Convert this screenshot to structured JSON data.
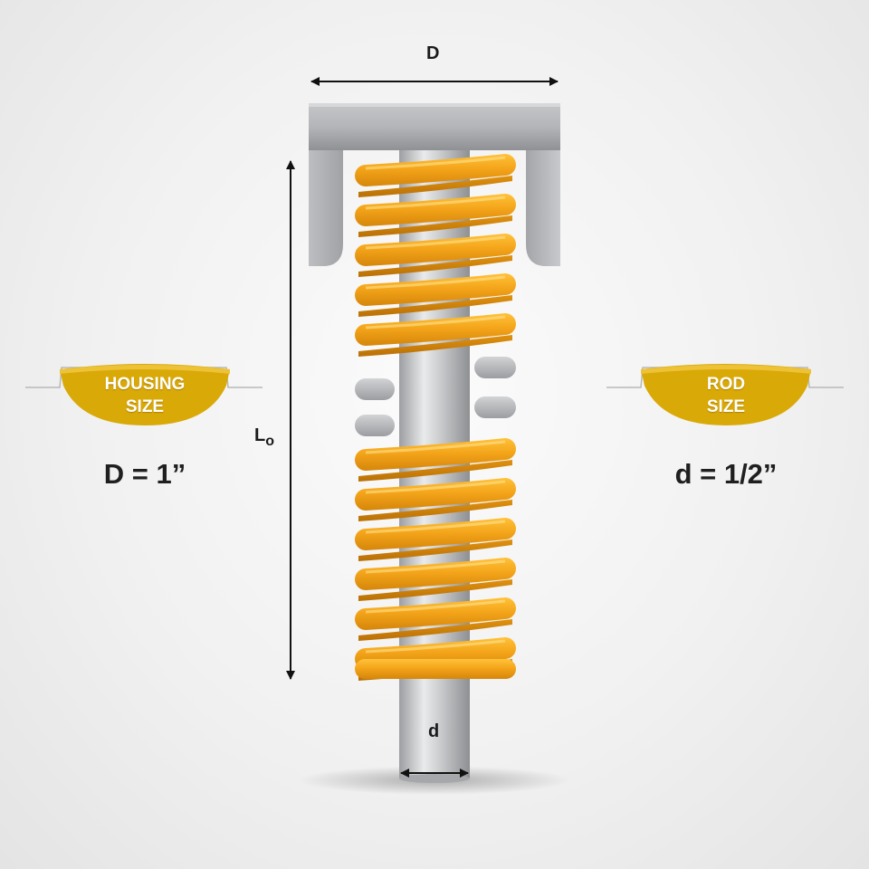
{
  "dimensions": {
    "housing_diameter_symbol": "D",
    "rod_diameter_symbol": "d",
    "free_length_symbol": "L",
    "free_length_subscript": "o"
  },
  "left_callout": {
    "line1": "HOUSING",
    "line2": "SIZE",
    "value": "D = 1”"
  },
  "right_callout": {
    "line1": "ROD",
    "line2": "SIZE",
    "value": "d = 1/2”"
  },
  "colors": {
    "spring": "#f2a51a",
    "spring_dark": "#c97f06",
    "banner_gold": "#d9a908",
    "rod_steel": "#bfc1c3",
    "housing_steel": "#a9abad"
  }
}
